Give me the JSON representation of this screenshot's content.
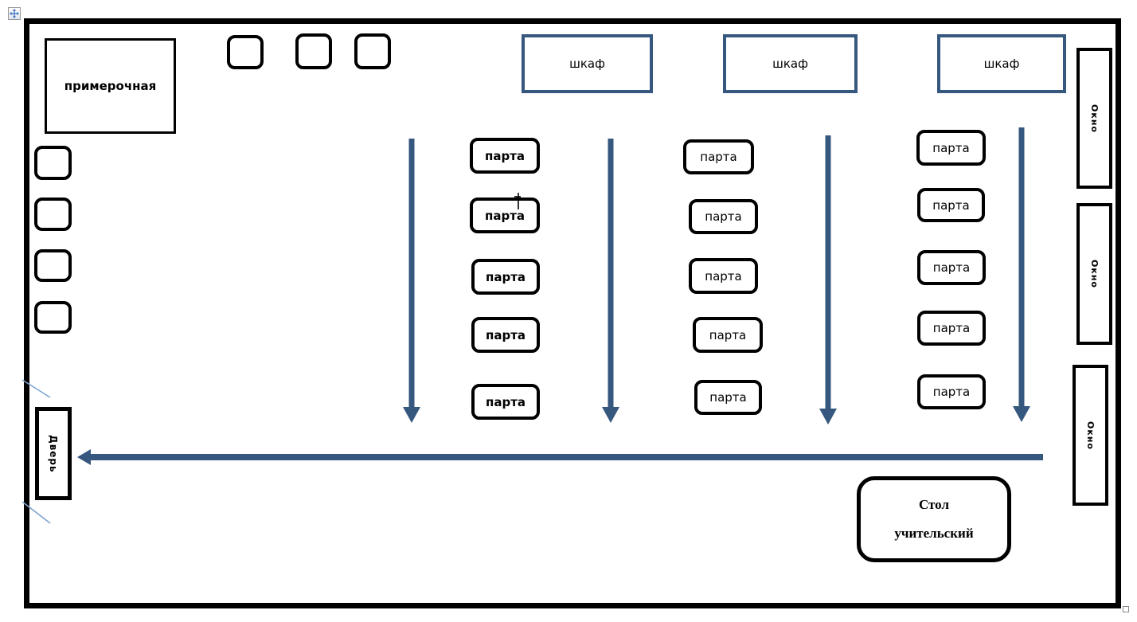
{
  "labels": {
    "fitting_room": "примерочная",
    "door": "Дверь"
  },
  "cabinets": [
    "шкаф",
    "шкаф",
    "шкаф"
  ],
  "windows": [
    "Окно",
    "Окно",
    "Окно"
  ],
  "teacher_desk": {
    "line1": "Стол",
    "line2": "учительский"
  },
  "desks": {
    "columns": [
      {
        "bold": true,
        "items": [
          "парта",
          "парта",
          "парта",
          "парта",
          "парта"
        ]
      },
      {
        "bold": false,
        "items": [
          "парта",
          "парта",
          "парта",
          "парта",
          "парта"
        ]
      },
      {
        "bold": false,
        "items": [
          "парта",
          "парта",
          "парта",
          "парта",
          "парта"
        ]
      }
    ]
  },
  "icons": {
    "move_handle": "four-way-move-arrow",
    "resize_handle": "resize-square"
  },
  "colors": {
    "accent_blue": "#36577E",
    "door_swing_blue": "#7DA3D0",
    "wall_black": "#000000",
    "handle_arrow_blue": "#3A6EBC"
  }
}
